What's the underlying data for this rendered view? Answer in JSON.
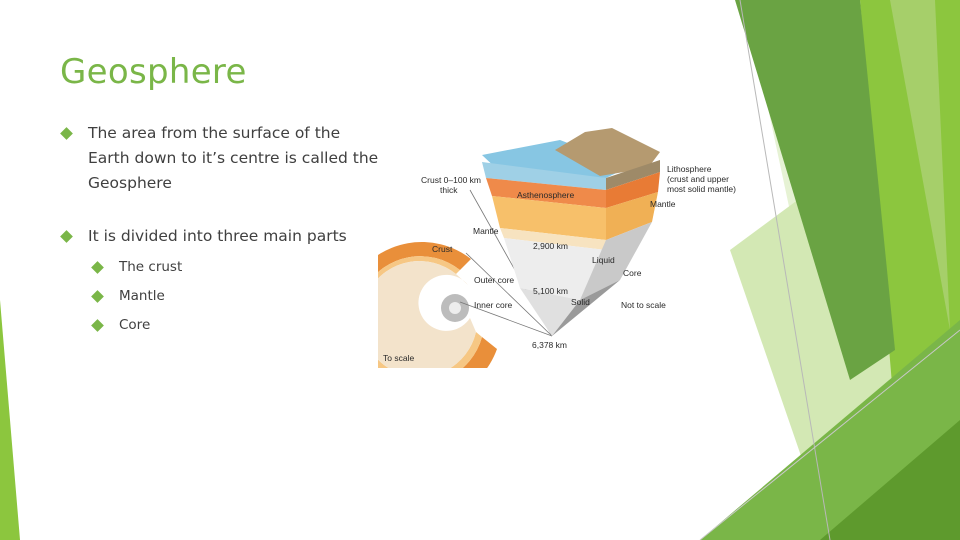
{
  "slide": {
    "title": "Geosphere",
    "accent_color": "#7ab648",
    "bullets": [
      "The area from the surface of the Earth down to it’s centre is called the Geosphere",
      "It is divided into three main parts"
    ],
    "sub_bullets": [
      "The crust",
      "Mantle",
      "Core"
    ]
  },
  "figure": {
    "labels": {
      "crust_depth": [
        "Crust 0–100 km",
        "thick"
      ],
      "lithosphere": [
        "Lithosphere",
        "(crust and upper",
        "most solid mantle)"
      ],
      "asthenosphere": "Asthenosphere",
      "mantle_right": "Mantle",
      "mantle_left": "Mantle",
      "crust": "Crust",
      "depth_2900": "2,900 km",
      "liquid": "Liquid",
      "outer_core": "Outer core",
      "core": "Core",
      "depth_5100": "5,100 km",
      "inner_core": "Inner core",
      "solid": "Solid",
      "not_to_scale": "Not to scale",
      "depth_6378": "6,378 km",
      "to_scale": "To scale"
    }
  }
}
